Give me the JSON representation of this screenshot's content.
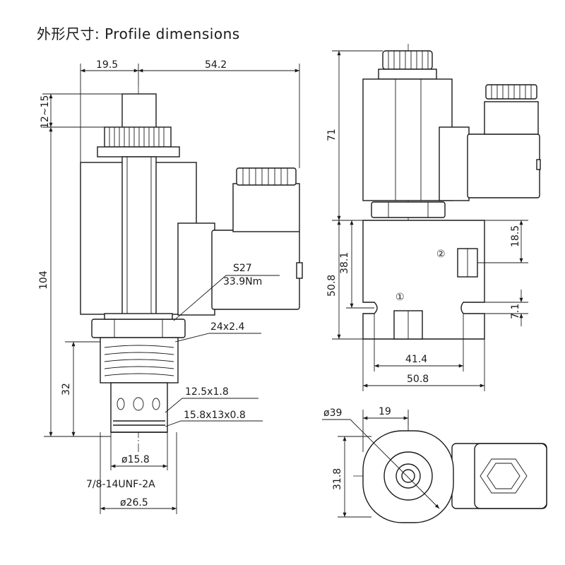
{
  "title": "外形尺寸: Profile dimensions",
  "front_view": {
    "dim_width_left": "19.5",
    "dim_width_right": "54.2",
    "dim_stroke": "12~15",
    "dim_total_height": "104",
    "dim_cartridge": "32",
    "nut": "S27",
    "torque": "33.9Nm",
    "thread_relief": "24x2.4",
    "oring_1": "12.5x1.8",
    "oring_2": "15.8x13x0.8",
    "diameter_small": "ø15.8",
    "thread": "7/8-14UNF-2A",
    "diameter_large": "ø26.5"
  },
  "side_view": {
    "dim_height": "71",
    "dim_block_height": "50.8",
    "dim_port_height": "38.1",
    "dim_port2_offset": "18.5",
    "dim_slot": "7.1",
    "port_2": "②",
    "port_1": "①",
    "dim_hole_span": "41.4",
    "dim_block_width": "50.8"
  },
  "top_view": {
    "dim_coil_diameter": "ø39",
    "dim_offset": "19",
    "dim_height": "31.8"
  }
}
